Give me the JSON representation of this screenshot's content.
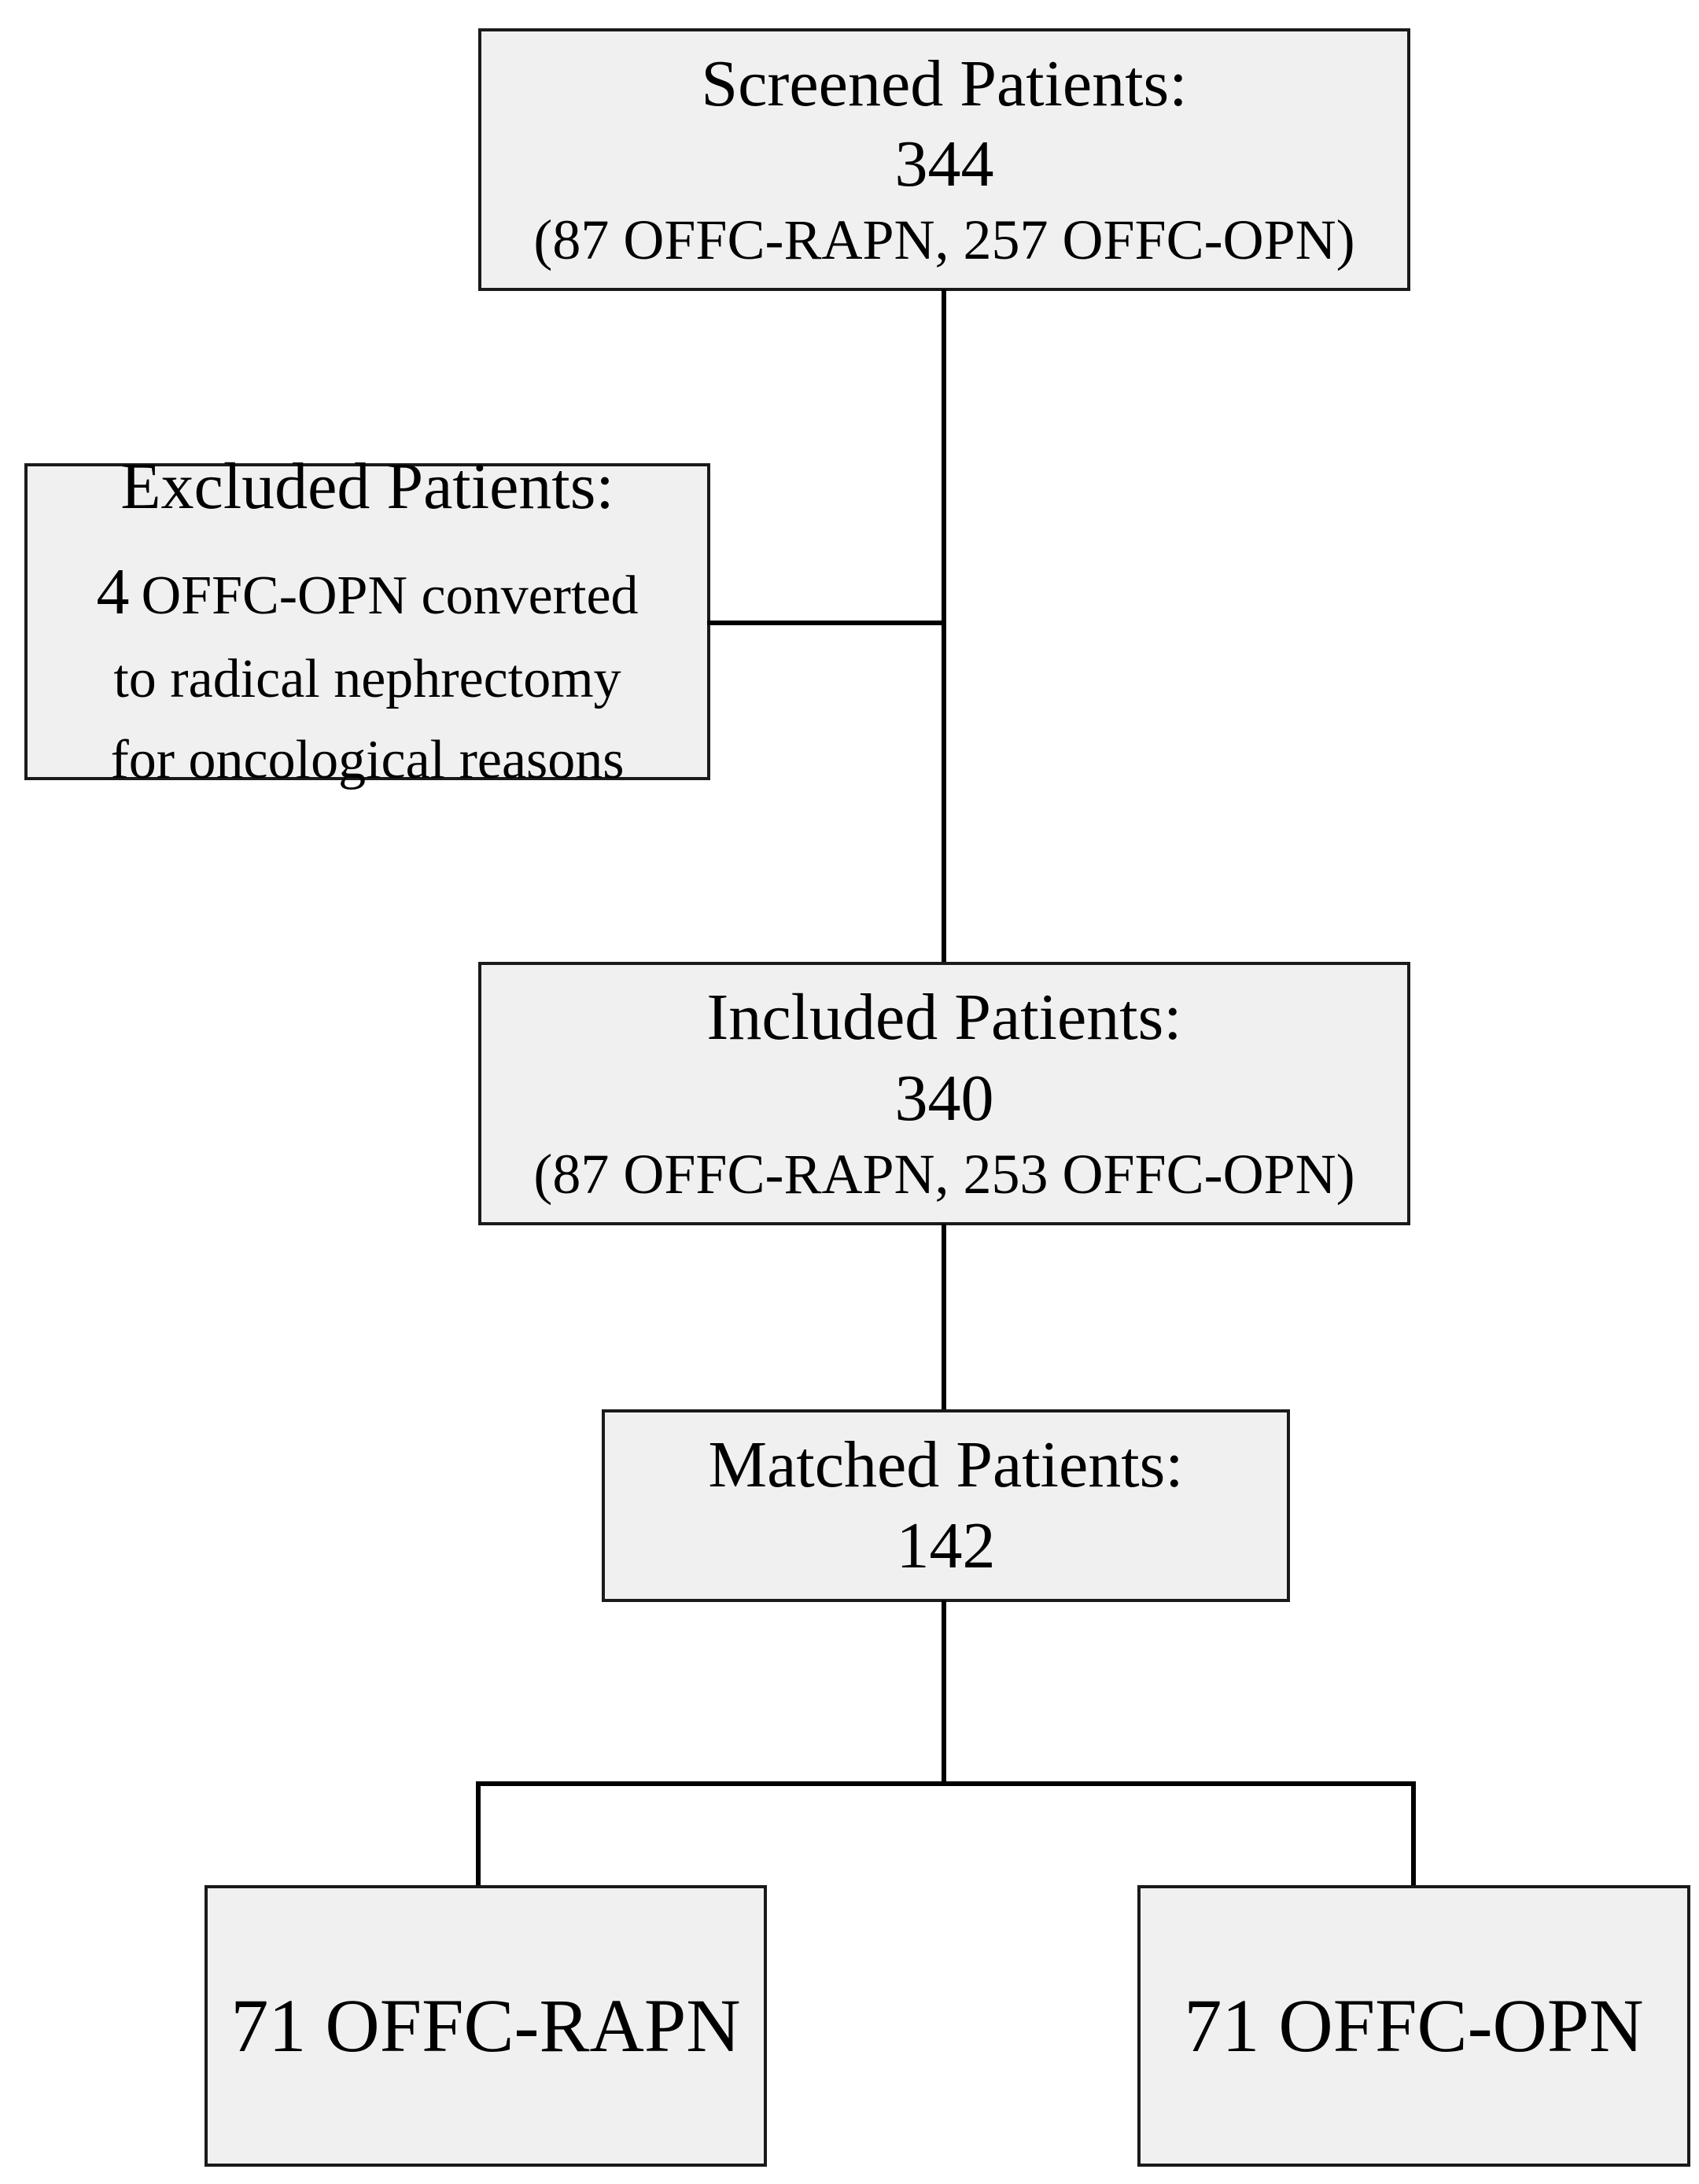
{
  "diagram": {
    "boxes": {
      "screened": {
        "title": "Screened Patients:",
        "count": "344",
        "detail": "(87 OFFC-RAPN, 257 OFFC-OPN)"
      },
      "excluded": {
        "title": "Excluded Patients:",
        "line2_num": "4",
        "line2_rest": "OFFC-OPN converted",
        "line3": "to radical nephrectomy",
        "line4": "for oncological reasons"
      },
      "included": {
        "title": "Included Patients:",
        "count": "340",
        "detail": "(87 OFFC-RAPN, 253 OFFC-OPN)"
      },
      "matched": {
        "title": "Matched Patients:",
        "count": "142"
      },
      "arm_rapn": {
        "label": "71 OFFC-RAPN"
      },
      "arm_opn": {
        "label": "71 OFFC-OPN"
      }
    },
    "colors": {
      "box_fill": "#f0f0f0",
      "box_border": "#1a1a1a",
      "line": "#000000",
      "background": "#ffffff",
      "text": "#000000"
    }
  }
}
